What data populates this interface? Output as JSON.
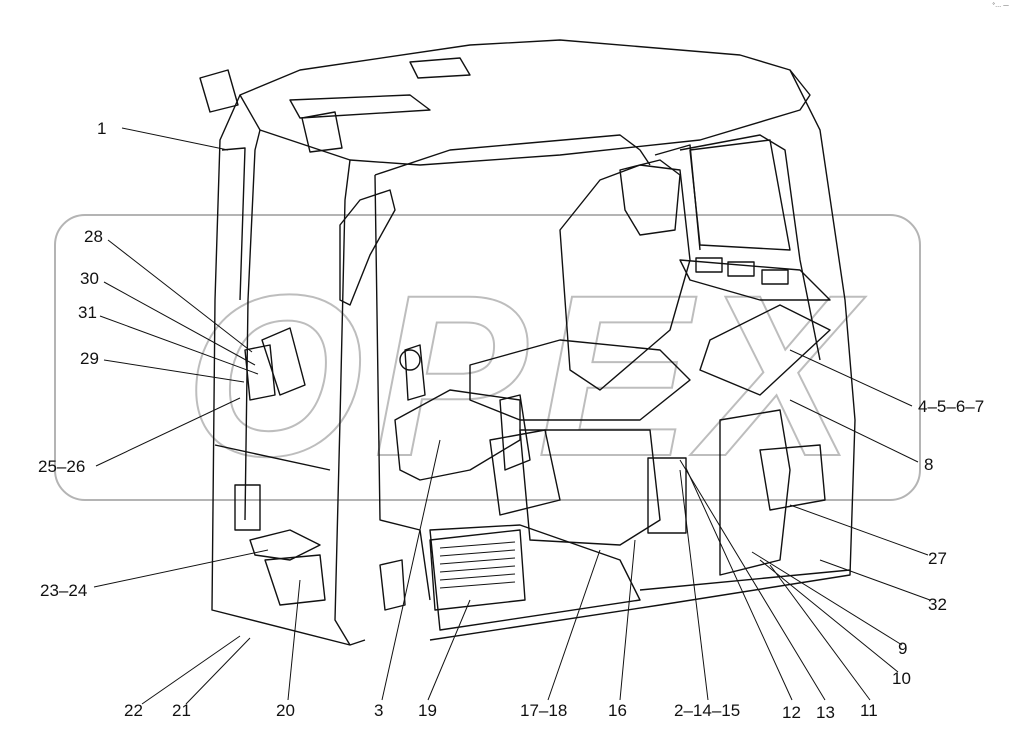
{
  "watermark": "OPEX",
  "corner_mark": "°… —",
  "callouts": {
    "c1": "1",
    "c28": "28",
    "c30": "30",
    "c31": "31",
    "c29": "29",
    "c25_26": "25–26",
    "c23_24": "23–24",
    "c22": "22",
    "c21": "21",
    "c20": "20",
    "c3": "3",
    "c19": "19",
    "c17_18": "17–18",
    "c16": "16",
    "c2_14_15": "2–14–15",
    "c12": "12",
    "c13": "13",
    "c11": "11",
    "c10": "10",
    "c9": "9",
    "c32": "32",
    "c27": "27",
    "c8": "8",
    "c4_5_6_7": "4–5–6–7"
  }
}
